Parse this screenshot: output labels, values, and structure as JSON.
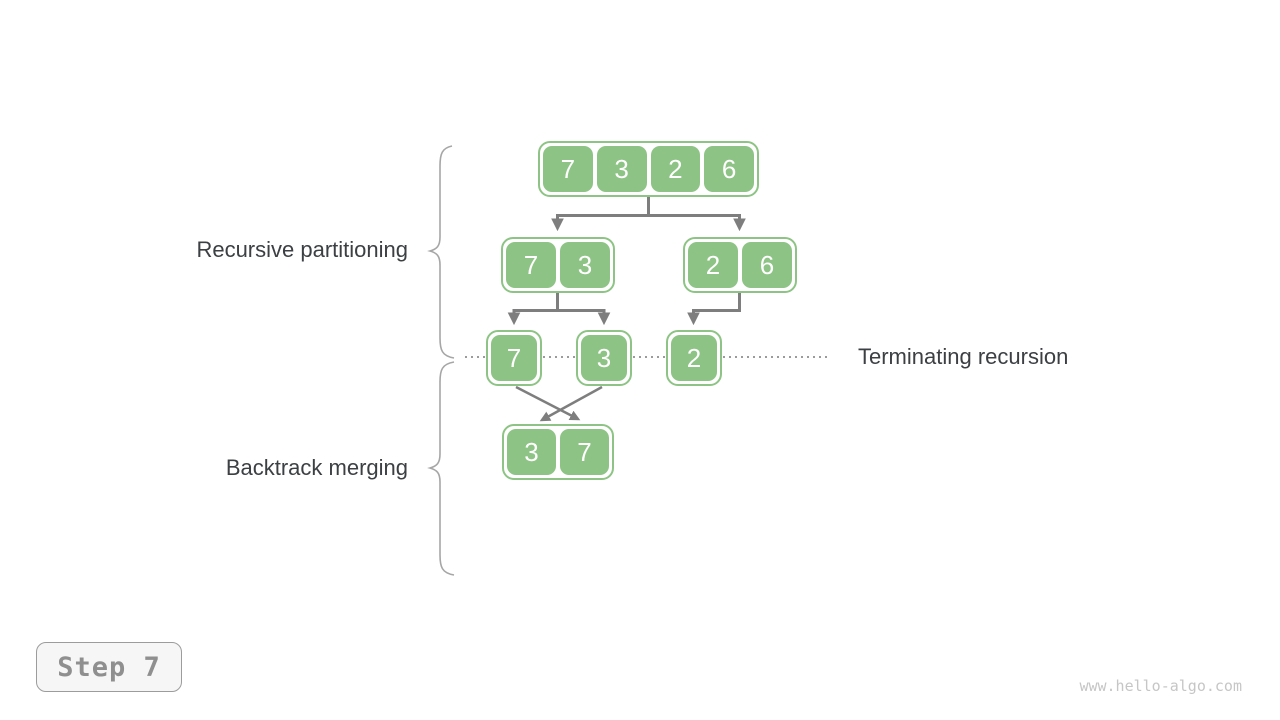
{
  "diagram": {
    "title_implicit": "Merge sort step diagram",
    "stage_labels": {
      "recursive_partitioning": "Recursive partitioning",
      "backtrack_merging": "Backtrack merging",
      "terminating_recursion": "Terminating recursion"
    },
    "tree": {
      "level1": [
        "7",
        "3",
        "2",
        "6"
      ],
      "level2_left": [
        "7",
        "3"
      ],
      "level2_right": [
        "2",
        "6"
      ],
      "level3_singles": [
        "7",
        "3",
        "2"
      ],
      "level4_merged": [
        "3",
        "7"
      ]
    },
    "step_badge": "Step 7",
    "watermark": "www.hello-algo.com"
  },
  "colors": {
    "cell_green": "#8dc384",
    "cell_text": "#ffffff",
    "connector_gray": "#7e7e7e",
    "dotted_gray": "#9b9b9b",
    "brace_gray": "#a6a6a6",
    "label_text": "#3c4043",
    "step_text": "#8f8f8f",
    "step_border": "#9c9c9c",
    "step_bg": "#f6f6f6",
    "watermark_color": "#c6c6c6"
  }
}
